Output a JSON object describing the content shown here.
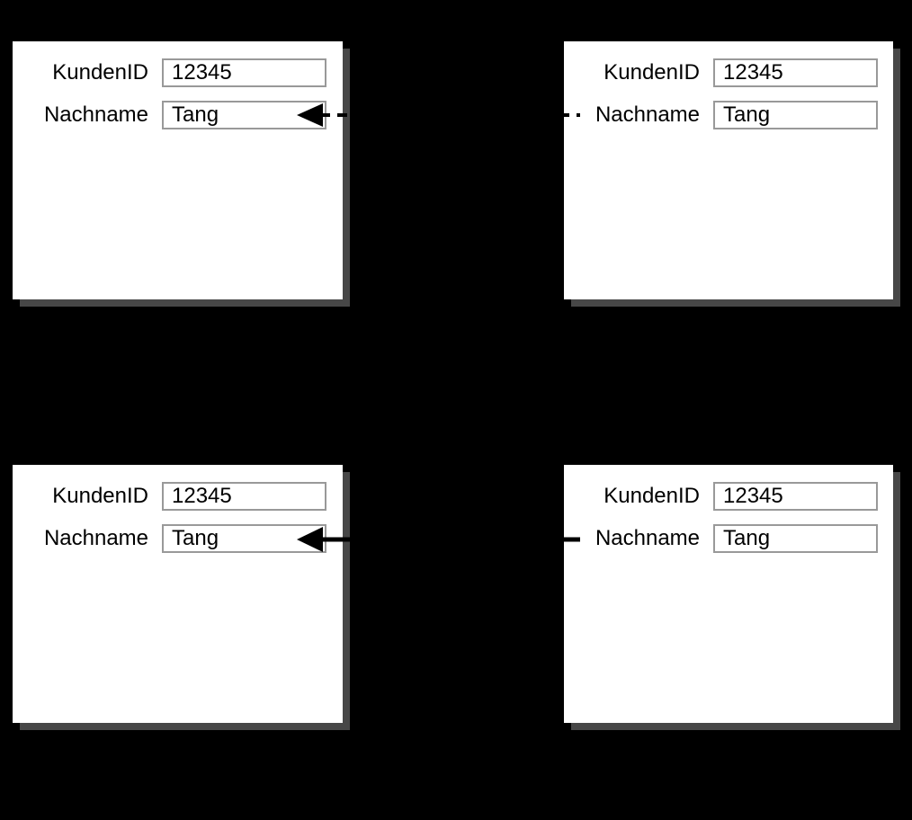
{
  "colors": {
    "bg": "#000000",
    "panel-bg": "#ffffff",
    "shadow": "#474747",
    "field-border": "#999999",
    "ink": "#000000"
  },
  "panels": [
    {
      "position": "top-left",
      "fields": [
        {
          "label": "KundenID",
          "value": "12345"
        },
        {
          "label": "Nachname",
          "value": "Tang"
        }
      ]
    },
    {
      "position": "top-right",
      "fields": [
        {
          "label": "KundenID",
          "value": "12345"
        },
        {
          "label": "Nachname",
          "value": "Tang"
        }
      ]
    },
    {
      "position": "bottom-left",
      "fields": [
        {
          "label": "KundenID",
          "value": "12345"
        },
        {
          "label": "Nachname",
          "value": "Tang"
        }
      ]
    },
    {
      "position": "bottom-right",
      "fields": [
        {
          "label": "KundenID",
          "value": "12345"
        },
        {
          "label": "Nachname",
          "value": "Tang"
        }
      ]
    }
  ],
  "connectors": [
    {
      "from": "top-right",
      "to": "top-left",
      "target_field": "Nachname",
      "style": "dashed",
      "direction": "left"
    },
    {
      "from": "bottom-right",
      "to": "bottom-left",
      "target_field": "Nachname",
      "style": "solid",
      "direction": "left"
    }
  ]
}
